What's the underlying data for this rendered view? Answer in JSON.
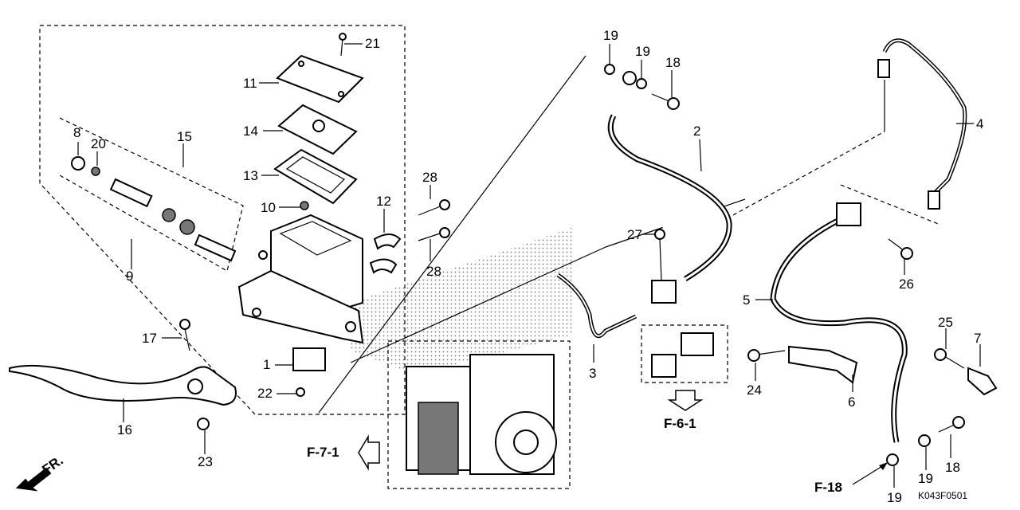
{
  "callouts": [
    "1",
    "2",
    "3",
    "4",
    "5",
    "6",
    "7",
    "8",
    "9",
    "10",
    "11",
    "12",
    "13",
    "14",
    "15",
    "16",
    "17",
    "18",
    "19",
    "20",
    "21",
    "22",
    "23",
    "24",
    "25",
    "26",
    "27",
    "28"
  ],
  "refs": {
    "f71": "F-7-1",
    "f61": "F-6-1",
    "f18": "F-18",
    "fr": "FR."
  },
  "diagram_code": "K043F0501",
  "labels": [
    {
      "text": "19"
    },
    {
      "text": "19"
    },
    {
      "text": "18"
    },
    {
      "text": "21"
    },
    {
      "text": "11"
    },
    {
      "text": "14"
    },
    {
      "text": "13"
    },
    {
      "text": "10"
    },
    {
      "text": "12"
    },
    {
      "text": "28"
    },
    {
      "text": "28"
    },
    {
      "text": "8"
    },
    {
      "text": "20"
    },
    {
      "text": "15"
    },
    {
      "text": "9"
    },
    {
      "text": "2"
    },
    {
      "text": "4"
    },
    {
      "text": "27"
    },
    {
      "text": "26"
    },
    {
      "text": "5"
    },
    {
      "text": "25"
    },
    {
      "text": "7"
    },
    {
      "text": "17"
    },
    {
      "text": "1"
    },
    {
      "text": "22"
    },
    {
      "text": "3"
    },
    {
      "text": "24"
    },
    {
      "text": "6"
    },
    {
      "text": "16"
    },
    {
      "text": "23"
    },
    {
      "text": "18"
    },
    {
      "text": "19"
    },
    {
      "text": "19"
    }
  ]
}
